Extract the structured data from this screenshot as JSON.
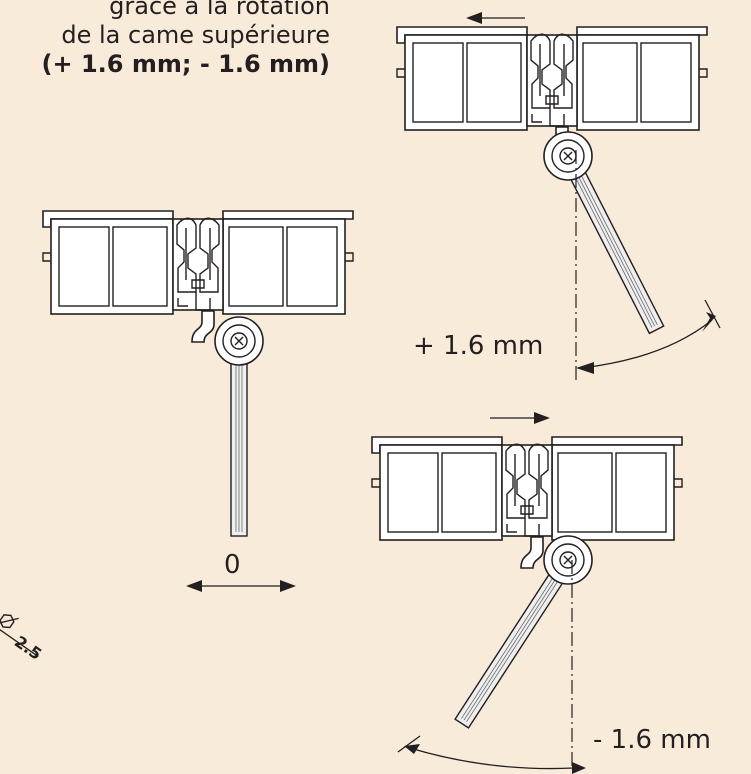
{
  "caption": {
    "line1": "grâce à la rotation",
    "line2": "de la came supérieure",
    "line3": "(+ 1.6 mm; - 1.6 mm)"
  },
  "labels": {
    "plus": "+ 1.6 mm",
    "zero": "0",
    "minus": "- 1.6 mm",
    "hex_key": "2.5"
  },
  "colors": {
    "background": "#f9ebd9",
    "ink": "#231f20",
    "profile_fill": "#ffffff"
  },
  "icons": [
    "hex-key-icon"
  ]
}
